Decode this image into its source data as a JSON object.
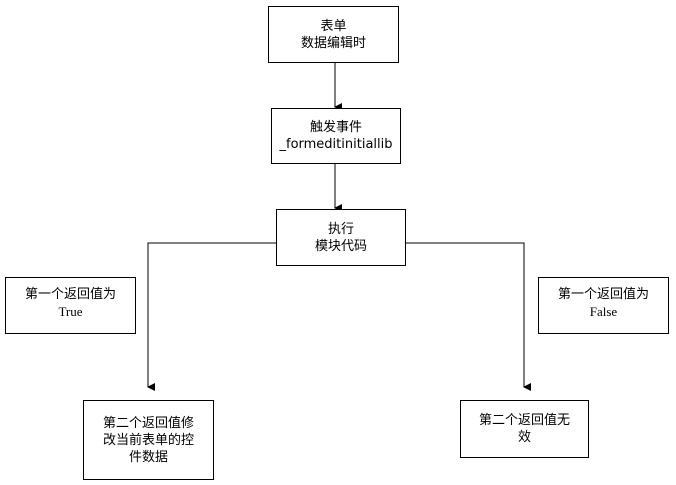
{
  "nodes": {
    "form_edit": {
      "line1": "表单",
      "line2": "数据编辑时"
    },
    "trigger_event": {
      "line1": "触发事件",
      "line2": "_formeditinitiallib"
    },
    "execute": {
      "line1": "执行",
      "line2": "模块代码"
    },
    "first_true": {
      "line1": "第一个返回值为",
      "line2": "True"
    },
    "first_false": {
      "line1": "第一个返回值为",
      "line2": "False"
    },
    "second_modify": {
      "line1": "第二个返回值修",
      "line2": "改当前表单的控",
      "line3": "件数据"
    },
    "second_invalid": {
      "line1": "第二个返回值无",
      "line2": "效"
    }
  },
  "colors": {
    "stroke": "#000000",
    "fill": "#ffffff"
  }
}
